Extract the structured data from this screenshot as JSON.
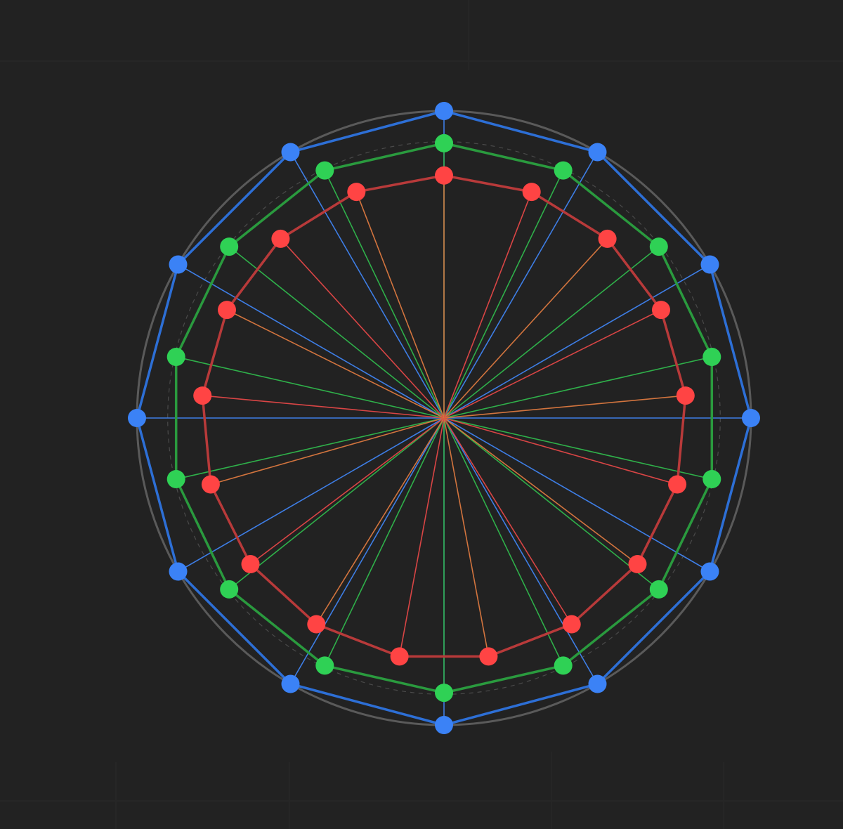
{
  "diagram": {
    "outer_guide_fraction": 1.0,
    "inner_guide_fraction": 0.9,
    "layers": [
      {
        "id": "blue",
        "point_color": "#3b82f6",
        "polygon_color": "#2d6fd6",
        "spoke_colors": [
          "#3e7ee6"
        ],
        "vertex_count": 12,
        "start_angle_deg": -90,
        "radius_fraction": 1.0,
        "radii_multipliers": [
          1,
          1,
          1,
          1,
          1,
          1,
          1,
          1,
          1,
          1,
          1,
          1
        ]
      },
      {
        "id": "green",
        "point_color": "#2fd155",
        "polygon_color": "#2a9a3e",
        "spoke_colors": [
          "#2fb04a"
        ],
        "vertex_count": 14,
        "start_angle_deg": -90,
        "radius_fraction": 0.895,
        "radii_multipliers": [
          1,
          1,
          1,
          1,
          1,
          1,
          1,
          1,
          1,
          1,
          1,
          1,
          1,
          1
        ]
      },
      {
        "id": "red",
        "point_color": "#ff4444",
        "polygon_color": "#b83a3a",
        "spoke_colors": [
          "#d2743e",
          "#d94545"
        ],
        "vertex_count": 17,
        "start_angle_deg": -90,
        "radius_fraction": 0.79,
        "radii_multipliers": [
          1,
          1,
          1,
          1,
          1,
          1,
          1,
          1,
          1,
          1,
          1,
          1,
          1,
          1,
          1,
          1,
          1
        ]
      }
    ]
  }
}
